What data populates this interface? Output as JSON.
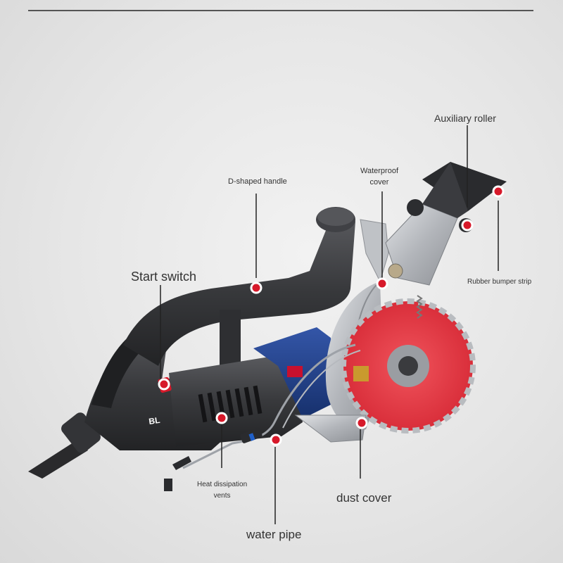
{
  "labels": {
    "auxiliary_roller": "Auxiliary roller",
    "waterproof_cover_line1": "Waterproof",
    "waterproof_cover_line2": "cover",
    "d_shaped_handle": "D-shaped handle",
    "start_switch": "Start switch",
    "rubber_bumper_strip": "Rubber bumper strip",
    "heat_vents_line1": "Heat dissipation",
    "heat_vents_line2": "vents",
    "dust_cover": "dust cover",
    "water_pipe": "water pipe"
  },
  "product": {
    "badge_text": "BL"
  },
  "colors": {
    "marker_red": "#d7192a",
    "blade_red": "#e83a44",
    "body_dark": "#3a3b3e",
    "motor_blue": "#1f3f86",
    "metal": "#b9bcc0"
  }
}
